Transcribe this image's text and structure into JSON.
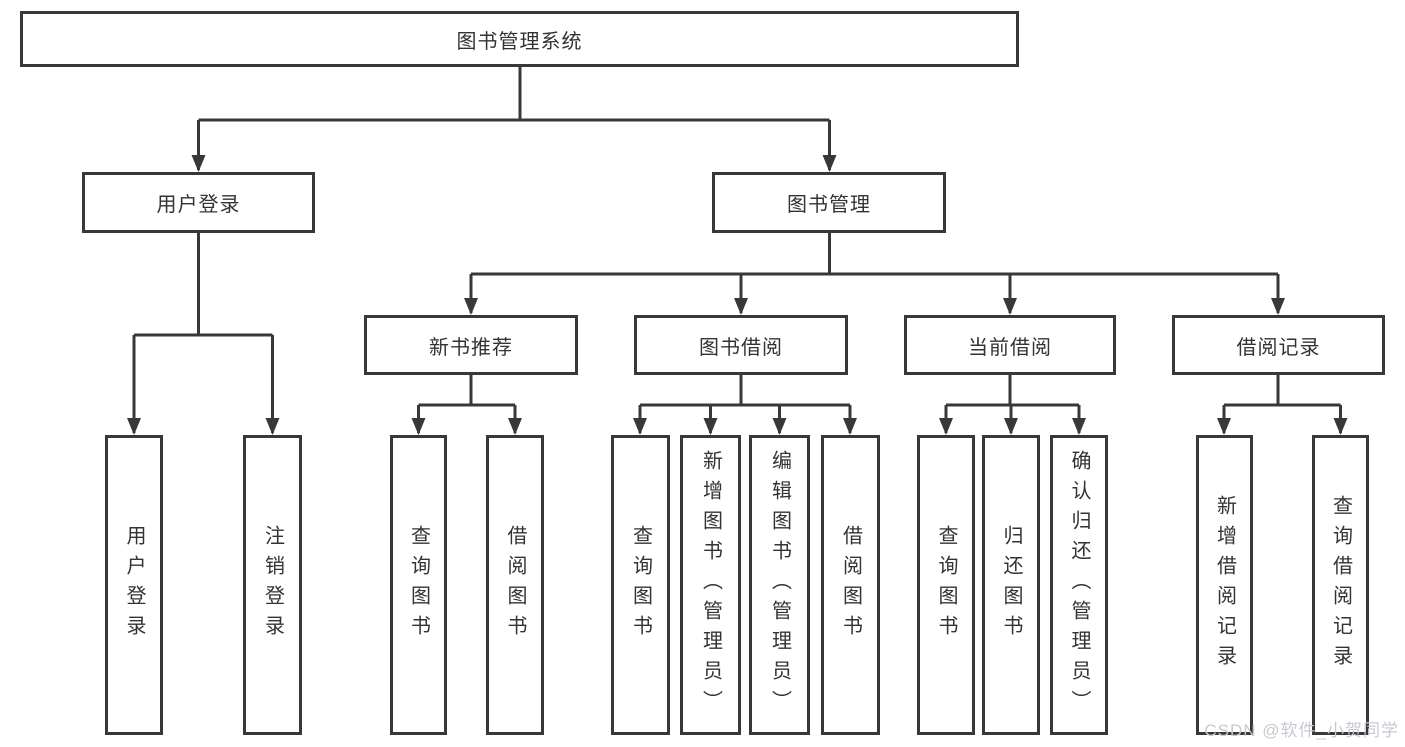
{
  "tree": {
    "label": "图书管理系统",
    "children": [
      {
        "label": "用户登录",
        "children": [
          {
            "label": "用户登录"
          },
          {
            "label": "注销登录"
          }
        ]
      },
      {
        "label": "图书管理",
        "children": [
          {
            "label": "新书推荐",
            "children": [
              {
                "label": "查询图书"
              },
              {
                "label": "借阅图书"
              }
            ]
          },
          {
            "label": "图书借阅",
            "children": [
              {
                "label": "查询图书"
              },
              {
                "label": "新增图书（管理员）"
              },
              {
                "label": "编辑图书（管理员）"
              },
              {
                "label": "借阅图书"
              }
            ]
          },
          {
            "label": "当前借阅",
            "children": [
              {
                "label": "查询图书"
              },
              {
                "label": "归还图书"
              },
              {
                "label": "确认归还（管理员）"
              }
            ]
          },
          {
            "label": "借阅记录",
            "children": [
              {
                "label": "新增借阅记录"
              },
              {
                "label": "查询借阅记录"
              }
            ]
          }
        ]
      }
    ]
  },
  "watermark": {
    "text": "CSDN @软件_小贺同学"
  },
  "colors": {
    "line": "#383838",
    "text": "#333333",
    "background": "#ffffff",
    "watermark": "#c6cad0"
  }
}
